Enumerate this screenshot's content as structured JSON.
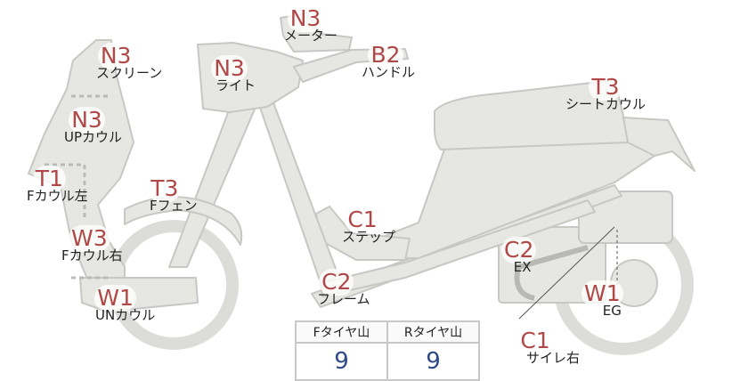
{
  "parts": [
    {
      "id": "meter",
      "code": "N3",
      "name": "メーター"
    },
    {
      "id": "handle",
      "code": "B2",
      "name": "ハンドル"
    },
    {
      "id": "screen",
      "code": "N3",
      "name": "スクリーン"
    },
    {
      "id": "light",
      "code": "N3",
      "name": "ライト"
    },
    {
      "id": "seat-cowl",
      "code": "T3",
      "name": "シートカウル"
    },
    {
      "id": "up-cowl",
      "code": "N3",
      "name": "UPカウル"
    },
    {
      "id": "f-cowl-left",
      "code": "T1",
      "name": "Fカウル左"
    },
    {
      "id": "f-fender",
      "code": "T3",
      "name": "Fフェン"
    },
    {
      "id": "step",
      "code": "C1",
      "name": "ステップ"
    },
    {
      "id": "f-cowl-right",
      "code": "W3",
      "name": "Fカウル右"
    },
    {
      "id": "ex",
      "code": "C2",
      "name": "EX"
    },
    {
      "id": "frame",
      "code": "C2",
      "name": "フレーム"
    },
    {
      "id": "eg",
      "code": "W1",
      "name": "EG"
    },
    {
      "id": "un-cowl",
      "code": "W1",
      "name": "UNカウル"
    },
    {
      "id": "side-right",
      "code": "C1",
      "name": "サイレ右"
    }
  ],
  "tire_table": {
    "headers": [
      "Fタイヤ山",
      "Rタイヤ山"
    ],
    "values": [
      "9",
      "9"
    ]
  },
  "colors": {
    "code_text": "#b04848",
    "value_text": "#2e4a86",
    "body_fill": "#e6e6e3",
    "body_stroke": "#c7c7c4"
  }
}
